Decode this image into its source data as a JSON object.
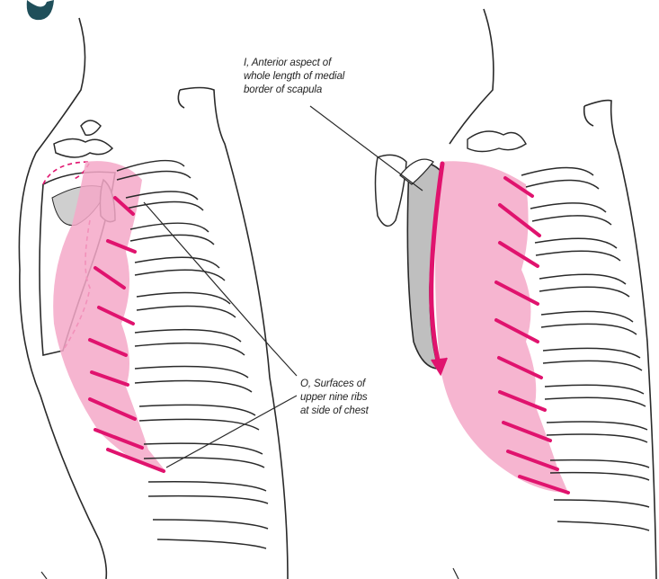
{
  "figure": {
    "labels": {
      "insertion": {
        "lines": [
          "I, Anterior aspect of",
          "whole length of medial",
          "border of scapula"
        ]
      },
      "origin": {
        "lines": [
          "O, Surfaces of",
          "upper nine ribs",
          "at side of chest"
        ]
      }
    },
    "colors": {
      "muscle_fill": "#f4a8c8",
      "muscle_line": "#e0136e",
      "ink": "#2a2a2a",
      "corner_mark": "#1f4f5a"
    }
  }
}
